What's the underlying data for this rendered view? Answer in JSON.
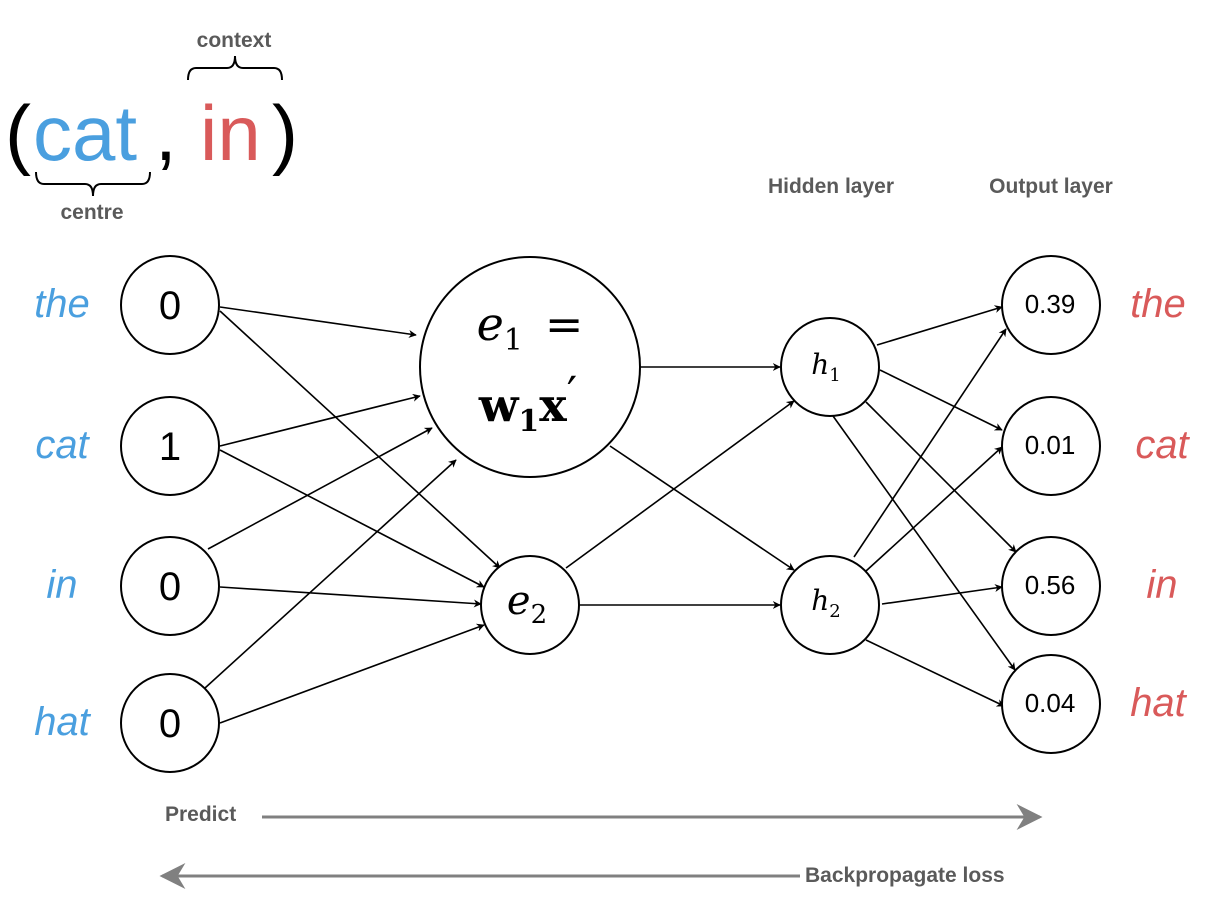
{
  "colors": {
    "blue": "#4a9fdf",
    "red": "#d95a5a",
    "gray": "#5a5a5a",
    "arrow_gray": "#808080"
  },
  "pair": {
    "open": "(",
    "centre_word": "cat",
    "comma": ",",
    "context_word": "in",
    "close": ")"
  },
  "labels": {
    "context": "context",
    "centre": "centre",
    "hidden_layer": "Hidden layer",
    "output_layer": "Output layer",
    "predict": "Predict",
    "backpropagate": "Backpropagate loss"
  },
  "input_words": [
    "the",
    "cat",
    "in",
    "hat"
  ],
  "input_values": [
    "0",
    "1",
    "0",
    "0"
  ],
  "embedding": {
    "e1_var": "e",
    "e1_sub": "1",
    "e1_eq": "=",
    "w_var": "w",
    "w_sub": "1",
    "x_var": "x",
    "x_prime": "′",
    "e2_var": "e",
    "e2_sub": "2"
  },
  "hidden": [
    {
      "var": "h",
      "sub": "1"
    },
    {
      "var": "h",
      "sub": "2"
    }
  ],
  "output_values": [
    "0.39",
    "0.01",
    "0.56",
    "0.04"
  ],
  "output_words": [
    "the",
    "cat",
    "in",
    "hat"
  ]
}
